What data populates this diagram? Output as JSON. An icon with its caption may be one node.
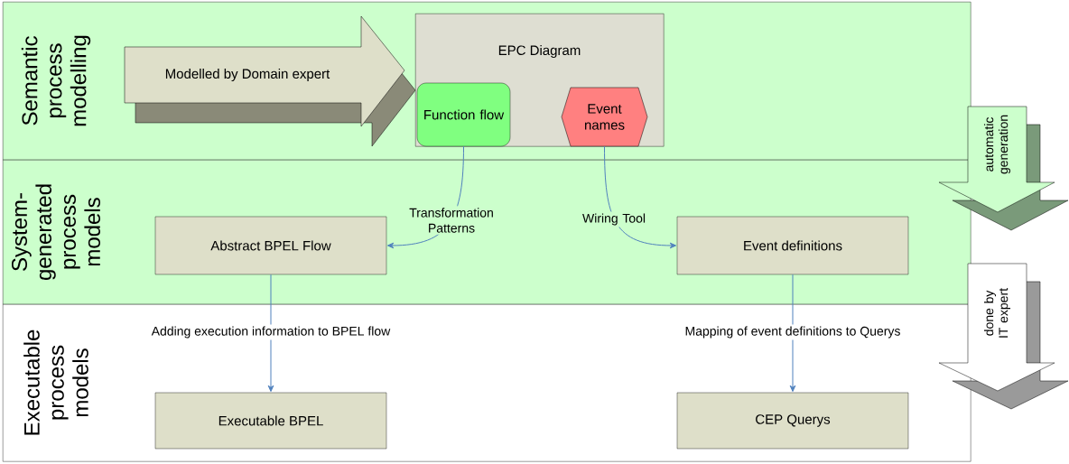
{
  "diagram": {
    "nodes": [
      {
        "text": [
          "Semantic process modelling"
        ]
      },
      {
        "text": [
          "System-generated process models"
        ]
      },
      {
        "text": [
          "Executable process models"
        ]
      },
      {
        "text": [
          "Modelled by Domain expert"
        ],
        "in": 0
      },
      {
        "text": [
          "EPC Diagram"
        ],
        "in": 0
      },
      {
        "text": [
          "Function flow"
        ],
        "in": 4
      },
      {
        "text": [
          "Event names"
        ],
        "in": 4
      },
      {
        "text": [
          "Abstract BPEL Flow"
        ],
        "in": 1
      },
      {
        "text": [
          "Event definitions"
        ],
        "in": 1
      },
      {
        "text": [
          "Executable BPEL"
        ],
        "in": 2
      },
      {
        "text": [
          "CEP Querys"
        ],
        "in": 2
      },
      {
        "text": [
          "automatic generation"
        ]
      },
      {
        "text": [
          "done by IT expert"
        ]
      }
    ],
    "edges": [
      {
        "from": 5,
        "to": 7,
        "arrow": "to",
        "label": "Transformation Patterns"
      },
      {
        "from": 6,
        "to": 8,
        "arrow": "to",
        "label": "Wiring Tool"
      },
      {
        "from": 7,
        "to": 9,
        "arrow": "to",
        "label": "Adding execution information to BPEL flow"
      },
      {
        "from": 8,
        "to": 10,
        "arrow": "to",
        "label": "Mapping of event definitions to Querys"
      }
    ]
  }
}
